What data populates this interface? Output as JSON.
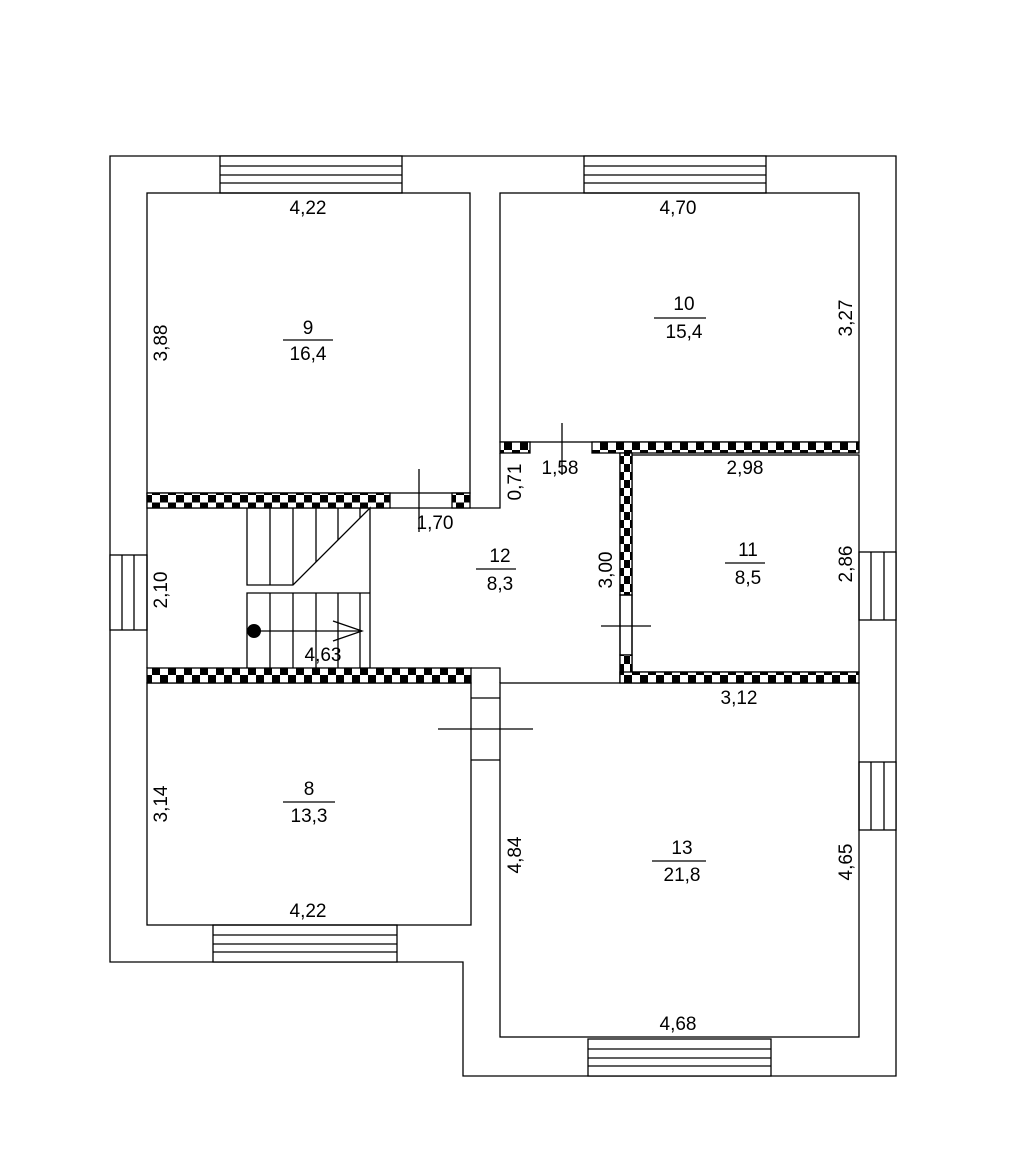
{
  "rooms": [
    {
      "number": "9",
      "area": "16,4"
    },
    {
      "number": "10",
      "area": "15,4"
    },
    {
      "number": "11",
      "area": "8,5"
    },
    {
      "number": "12",
      "area": "8,3"
    },
    {
      "number": "8",
      "area": "13,3"
    },
    {
      "number": "13",
      "area": "21,8"
    }
  ],
  "dimensions": {
    "r9_top": "4,22",
    "r9_left": "3,88",
    "r10_top": "4,70",
    "r10_right": "3,27",
    "r12_a": "0,71",
    "r12_b": "1,58",
    "r12_c": "1,70",
    "r12_left": "2,10",
    "r12_stair": "4,63",
    "r12_right": "3,00",
    "r11_top": "2,98",
    "r11_right": "2,86",
    "r11_bottom": "3,12",
    "r8_left": "3,14",
    "r8_bottom": "4,22",
    "r13_left": "4,84",
    "r13_right": "4,65",
    "r13_bottom": "4,68"
  }
}
